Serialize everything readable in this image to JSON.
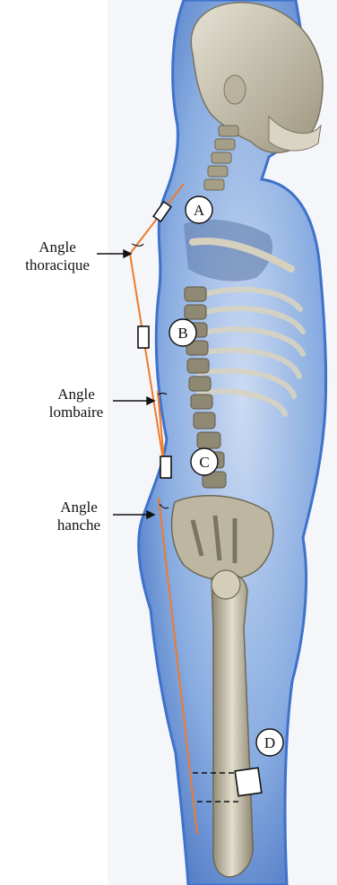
{
  "colors": {
    "body_glow": "#2f67c8",
    "body_fill": "#7fa6df",
    "bone": "#cfc9b6",
    "bone_shadow": "#8d8672",
    "reference_line": "#f07a2a",
    "marker_stroke": "#111111",
    "label_text": "#111111"
  },
  "callouts": {
    "thoracic": {
      "line1": "Angle",
      "line2": "thoracique"
    },
    "lumbar": {
      "line1": "Angle",
      "line2": "lombaire"
    },
    "hip": {
      "line1": "Angle",
      "line2": "hanche"
    }
  },
  "markers": {
    "a": "A",
    "b": "B",
    "c": "C",
    "d": "D"
  }
}
